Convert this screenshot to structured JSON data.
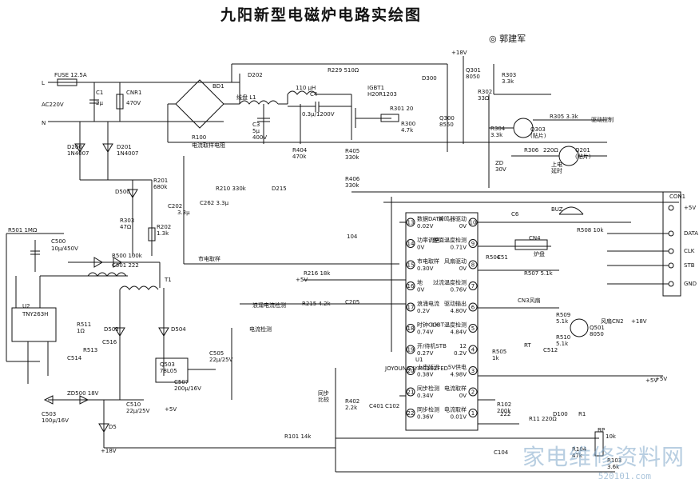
{
  "title": "九阳新型电磁炉电路实绘图",
  "author": "◎ 郭建军",
  "watermark": {
    "text": "家电维修资料网",
    "url": "520101.com"
  },
  "components": [
    {
      "id": "fuse",
      "label": "FUSE 12.5A"
    },
    {
      "id": "ac",
      "label": "AC220V"
    },
    {
      "id": "L",
      "label": "L"
    },
    {
      "id": "N",
      "label": "N"
    },
    {
      "id": "c1",
      "label": "C1"
    },
    {
      "id": "c1v",
      "label": "2μ"
    },
    {
      "id": "cnr1",
      "label": "CNR1"
    },
    {
      "id": "cnr1v",
      "label": "470V"
    },
    {
      "id": "bd1",
      "label": "BD1"
    },
    {
      "id": "d202",
      "label": "D202"
    },
    {
      "id": "r229",
      "label": "R229 510Ω"
    },
    {
      "id": "l1",
      "label": "线盘 L1"
    },
    {
      "id": "l110",
      "label": "110 μH"
    },
    {
      "id": "c4",
      "label": "C4"
    },
    {
      "id": "c4v",
      "label": "0.3μ/1200V"
    },
    {
      "id": "c3",
      "label": "C3"
    },
    {
      "id": "c3v",
      "label": "5μ"
    },
    {
      "id": "c3v2",
      "label": "400V"
    },
    {
      "id": "igbt",
      "label": "IGBT1"
    },
    {
      "id": "igbtv",
      "label": "H20R1203"
    },
    {
      "id": "d200",
      "label": "D200"
    },
    {
      "id": "d200v",
      "label": "1N4007"
    },
    {
      "id": "d201",
      "label": "D201"
    },
    {
      "id": "d201v",
      "label": "1N4007"
    },
    {
      "id": "r100",
      "label": "R100"
    },
    {
      "id": "r100n",
      "label": "电流取样电阻"
    },
    {
      "id": "r404",
      "label": "R404"
    },
    {
      "id": "r404v",
      "label": "470k"
    },
    {
      "id": "r405",
      "label": "R405"
    },
    {
      "id": "r405v",
      "label": "330k"
    },
    {
      "id": "r406",
      "label": "R406"
    },
    {
      "id": "r406v",
      "label": "330k"
    },
    {
      "id": "r201",
      "label": "R201"
    },
    {
      "id": "r201v",
      "label": "680k"
    },
    {
      "id": "d500",
      "label": "D500"
    },
    {
      "id": "r210",
      "label": "R210 330k"
    },
    {
      "id": "d215",
      "label": "D215"
    },
    {
      "id": "p18v",
      "label": "+18V"
    },
    {
      "id": "q301",
      "label": "Q301"
    },
    {
      "id": "q301v",
      "label": "8050"
    },
    {
      "id": "r302",
      "label": "R302"
    },
    {
      "id": "r302v",
      "label": "33Ω"
    },
    {
      "id": "d300",
      "label": "D300"
    },
    {
      "id": "q300",
      "label": "Q300"
    },
    {
      "id": "q300v",
      "label": "8550"
    },
    {
      "id": "r301",
      "label": "R301 20"
    },
    {
      "id": "r300",
      "label": "R300"
    },
    {
      "id": "r300v",
      "label": "4.7k"
    },
    {
      "id": "r303",
      "label": "R303"
    },
    {
      "id": "r303v",
      "label": "3.3k"
    },
    {
      "id": "r304",
      "label": "R304"
    },
    {
      "id": "r304v",
      "label": "3.3k"
    },
    {
      "id": "zd",
      "label": "ZD"
    },
    {
      "id": "zdv",
      "label": "30V"
    },
    {
      "id": "r305",
      "label": "R305 3.3k"
    },
    {
      "id": "q303",
      "label": "Q303"
    },
    {
      "id": "q303v",
      "label": "(贴片)"
    },
    {
      "id": "r306",
      "label": "R306"
    },
    {
      "id": "r306v",
      "label": "220Ω"
    },
    {
      "id": "q201",
      "label": "Q201"
    },
    {
      "id": "q201v",
      "label": "(贴片)"
    },
    {
      "id": "drive",
      "label": "驱动控制"
    },
    {
      "id": "pwron",
      "label": "上电"
    },
    {
      "id": "pwron2",
      "label": "延时"
    },
    {
      "id": "r303b",
      "label": "R303"
    },
    {
      "id": "r303bv",
      "label": "47Ω"
    },
    {
      "id": "r202",
      "label": "R202"
    },
    {
      "id": "r202v",
      "label": "1.3k"
    },
    {
      "id": "c202",
      "label": "C202"
    },
    {
      "id": "c202v",
      "label": "3.3μ"
    },
    {
      "id": "r501",
      "label": "R501 1MΩ"
    },
    {
      "id": "c500",
      "label": "C500"
    },
    {
      "id": "c500v",
      "label": "10μ/450V"
    },
    {
      "id": "r500",
      "label": "R500 100k"
    },
    {
      "id": "c501",
      "label": "C501 222"
    },
    {
      "id": "u2",
      "label": "U2"
    },
    {
      "id": "u2v",
      "label": "TNY263H"
    },
    {
      "id": "r511",
      "label": "R511"
    },
    {
      "id": "r511v",
      "label": "1Ω"
    },
    {
      "id": "c514",
      "label": "C514"
    },
    {
      "id": "r513",
      "label": "R513"
    },
    {
      "id": "c516",
      "label": "C516"
    },
    {
      "id": "d503",
      "label": "D503"
    },
    {
      "id": "d504",
      "label": "D504"
    },
    {
      "id": "t1",
      "label": "T1"
    },
    {
      "id": "q503",
      "label": "Q503"
    },
    {
      "id": "q503v",
      "label": "78L05"
    },
    {
      "id": "c505",
      "label": "C505"
    },
    {
      "id": "c505v",
      "label": "22μ/25V"
    },
    {
      "id": "c507",
      "label": "C507"
    },
    {
      "id": "c507v",
      "label": "200μ/16V"
    },
    {
      "id": "p5v",
      "label": "+5V"
    },
    {
      "id": "zd500",
      "label": "ZD500 18V"
    },
    {
      "id": "c503",
      "label": "C503"
    },
    {
      "id": "c503v",
      "label": "100μ/16V"
    },
    {
      "id": "c510",
      "label": "C510"
    },
    {
      "id": "c510v",
      "label": "22μ/25V"
    },
    {
      "id": "d5",
      "label": "D5"
    },
    {
      "id": "p18vb",
      "label": "+18V"
    },
    {
      "id": "c262",
      "label": "C262 3.3μ"
    },
    {
      "id": "c104",
      "label": "104"
    },
    {
      "id": "r216",
      "label": "R216 18k"
    },
    {
      "id": "p5vb",
      "label": "+5V"
    },
    {
      "id": "r215",
      "label": "R215 4.2k"
    },
    {
      "id": "c205",
      "label": "C205"
    },
    {
      "id": "volt",
      "label": "市电取样"
    },
    {
      "id": "vdet",
      "label": "浪涌电流检测"
    },
    {
      "id": "idet",
      "label": "电流检测"
    },
    {
      "id": "sync",
      "label": "同步"
    },
    {
      "id": "sync2",
      "label": "比较"
    },
    {
      "id": "r402",
      "label": "R402"
    },
    {
      "id": "r402v",
      "label": "2.2k"
    },
    {
      "id": "c401",
      "label": "C401"
    },
    {
      "id": "c102",
      "label": "C102"
    },
    {
      "id": "r101",
      "label": "R101 14k"
    },
    {
      "id": "c104b",
      "label": "C104"
    },
    {
      "id": "r102",
      "label": "R102"
    },
    {
      "id": "r102v",
      "label": "200k"
    },
    {
      "id": "c222",
      "label": "222"
    },
    {
      "id": "r11",
      "label": "R11 220Ω"
    },
    {
      "id": "d100",
      "label": "D100"
    },
    {
      "id": "r1",
      "label": "R1"
    },
    {
      "id": "r104",
      "label": "R104"
    },
    {
      "id": "r104v",
      "label": "47k"
    },
    {
      "id": "r103",
      "label": "R103"
    },
    {
      "id": "r103v",
      "label": "3.6k"
    },
    {
      "id": "rp",
      "label": "RP"
    },
    {
      "id": "rp10k",
      "label": "10k"
    },
    {
      "id": "c6",
      "label": "C6"
    },
    {
      "id": "buz",
      "label": "BUZ"
    },
    {
      "id": "r508",
      "label": "R508 10k"
    },
    {
      "id": "cn4",
      "label": "CN4"
    },
    {
      "id": "cn4n",
      "label": "炉盘"
    },
    {
      "id": "r504",
      "label": "R504"
    },
    {
      "id": "c51",
      "label": "C51"
    },
    {
      "id": "r507",
      "label": "R507 5.1k"
    },
    {
      "id": "cn3",
      "label": "CN3风扇"
    },
    {
      "id": "r509",
      "label": "R509"
    },
    {
      "id": "r509v",
      "label": "5.1k"
    },
    {
      "id": "r510",
      "label": "R510"
    },
    {
      "id": "r510v",
      "label": "5.1k"
    },
    {
      "id": "q501",
      "label": "Q501"
    },
    {
      "id": "q501v",
      "label": "8050"
    },
    {
      "id": "fancn",
      "label": "风扇CN2"
    },
    {
      "id": "p18vc",
      "label": "+18V"
    },
    {
      "id": "r505",
      "label": "R505"
    },
    {
      "id": "r505v",
      "label": "1k"
    },
    {
      "id": "rt",
      "label": "RT"
    },
    {
      "id": "c512",
      "label": "C512"
    },
    {
      "id": "p5vc",
      "label": "+5V"
    },
    {
      "id": "p5vd",
      "label": "+5V"
    },
    {
      "id": "con1",
      "label": "CON1"
    }
  ],
  "connector": {
    "pins": [
      "+5V",
      "DATA",
      "CLK",
      "STB",
      "GND"
    ]
  },
  "ic": {
    "name": "U1",
    "part": "JOYOUNG JYMC102FED",
    "left_pins": [
      {
        "n": "13",
        "t": "数据DATA",
        "v": "0.02V"
      },
      {
        "n": "14",
        "t": "功率调整",
        "v": "0V"
      },
      {
        "n": "15",
        "t": "市电取样",
        "v": "0.30V"
      },
      {
        "n": "16",
        "t": "地",
        "v": "0V"
      },
      {
        "n": "17",
        "t": "浪涌电流",
        "v": "0.2V"
      },
      {
        "n": "18",
        "t": "时钟CLK",
        "v": "0.74V"
      },
      {
        "n": "19",
        "t": "开/待机STB",
        "v": "0.27V"
      },
      {
        "n": "20",
        "t": "上电延迟",
        "v": "0.38V"
      },
      {
        "n": "21",
        "t": "同步检测",
        "v": "0.34V"
      },
      {
        "n": "22",
        "t": "同步检测",
        "v": "0.36V"
      }
    ],
    "right_pins": [
      {
        "n": "10",
        "t": "蜂鸣器驱动",
        "v": "0V"
      },
      {
        "n": "9",
        "t": "炉面温度检测",
        "v": "0.71V"
      },
      {
        "n": "8",
        "t": "风扇驱动",
        "v": "0V"
      },
      {
        "n": "7",
        "t": "过流温度检测",
        "v": "0.76V"
      },
      {
        "n": "6",
        "t": "驱动输出",
        "v": "4.80V"
      },
      {
        "n": "5",
        "t": "IGBT温度检测",
        "v": "4.84V"
      },
      {
        "n": "4",
        "t": "12",
        "v": "0.2V"
      },
      {
        "n": "3",
        "t": "5V供电",
        "v": "4.98V"
      },
      {
        "n": "2",
        "t": "电流取样",
        "v": "0V"
      },
      {
        "n": "1",
        "t": "电流取样",
        "v": "0.01V"
      }
    ]
  }
}
